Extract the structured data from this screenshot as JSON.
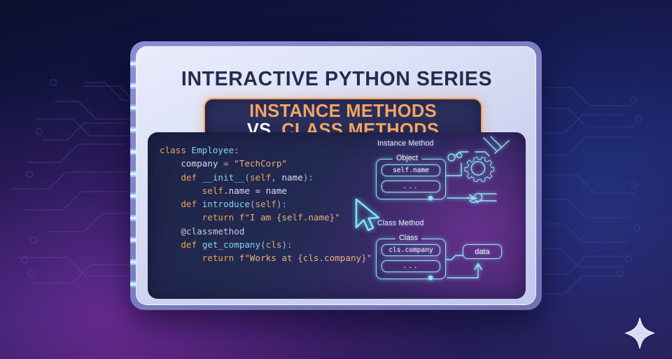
{
  "background": {
    "gradient_dark_navy": "#0d1030",
    "gradient_purple": "#2d1c50",
    "circuit_trace_color": "#4b5bb0",
    "decoration": "circuit-board-traces"
  },
  "notebook": {
    "binding": {
      "icon": "spiral-ring",
      "ring_count": 11
    },
    "series_title": "INTERACTIVE PYTHON SERIES",
    "topic_badge": {
      "line1": "INSTANCE METHODS",
      "line2_prefix": "VS.",
      "line2_rest": "CLASS METHODS",
      "border_color": "#f0a35f",
      "text_color": "#f3a563",
      "prefix_color": "#ffffff",
      "background_color": "#2c3260"
    }
  },
  "code_panel": {
    "language": "python",
    "lines": [
      {
        "indent": 0,
        "tokens": [
          {
            "t": "class ",
            "c": "k"
          },
          {
            "t": "Employee",
            "c": "cn"
          },
          {
            "t": ":",
            "c": "p"
          }
        ]
      },
      {
        "indent": 1,
        "tokens": [
          {
            "t": "company",
            "c": "v"
          },
          {
            "t": " = ",
            "c": "p"
          },
          {
            "t": "\"TechCorp\"",
            "c": "s"
          }
        ]
      },
      {
        "indent": 1,
        "tokens": [
          {
            "t": "def ",
            "c": "k"
          },
          {
            "t": "__init__",
            "c": "cn"
          },
          {
            "t": "(",
            "c": "p"
          },
          {
            "t": "self",
            "c": "sf"
          },
          {
            "t": ", ",
            "c": "p"
          },
          {
            "t": "name",
            "c": "v"
          },
          {
            "t": "):",
            "c": "p"
          }
        ]
      },
      {
        "indent": 2,
        "tokens": [
          {
            "t": "self",
            "c": "sf"
          },
          {
            "t": ".name = name",
            "c": "v"
          }
        ]
      },
      {
        "indent": 1,
        "tokens": [
          {
            "t": "def ",
            "c": "k"
          },
          {
            "t": "introduce",
            "c": "cn"
          },
          {
            "t": "(",
            "c": "p"
          },
          {
            "t": "self",
            "c": "sf"
          },
          {
            "t": "):",
            "c": "p"
          }
        ]
      },
      {
        "indent": 2,
        "tokens": [
          {
            "t": "return ",
            "c": "k"
          },
          {
            "t": "f\"I am {self.name}\"",
            "c": "s"
          }
        ]
      },
      {
        "indent": 1,
        "tokens": [
          {
            "t": "@classmethod",
            "c": "dec"
          }
        ]
      },
      {
        "indent": 1,
        "tokens": [
          {
            "t": "def ",
            "c": "k"
          },
          {
            "t": "get_company",
            "c": "cn"
          },
          {
            "t": "(",
            "c": "p"
          },
          {
            "t": "cls",
            "c": "sf"
          },
          {
            "t": "):",
            "c": "p"
          }
        ]
      },
      {
        "indent": 2,
        "tokens": [
          {
            "t": "return ",
            "c": "k"
          },
          {
            "t": "f\"Works at {cls.company}\"",
            "c": "s"
          }
        ]
      }
    ],
    "plain_text": "class Employee:\n    company = \"TechCorp\"\n    def __init__(self, name):\n        self.name = name\n    def introduce(self):\n        return f\"I am {self.name}\"\n    @classmethod\n    def get_company(cls):\n        return f\"Works at {cls.company}\"",
    "cursor_icon": "mouse-pointer-icon",
    "accent_color": "#8fe6f2"
  },
  "diagram": {
    "instance_method": {
      "heading": "Instance Method",
      "container_title": "Object",
      "rows": [
        "self.name",
        "..."
      ],
      "side_icon": "gear-icon"
    },
    "class_method": {
      "heading": "Class Method",
      "container_title": "Class",
      "rows": [
        "cls.company",
        "..."
      ],
      "output_chip": "data"
    }
  },
  "footer": {
    "sparkle_icon": "sparkle-star-icon"
  }
}
